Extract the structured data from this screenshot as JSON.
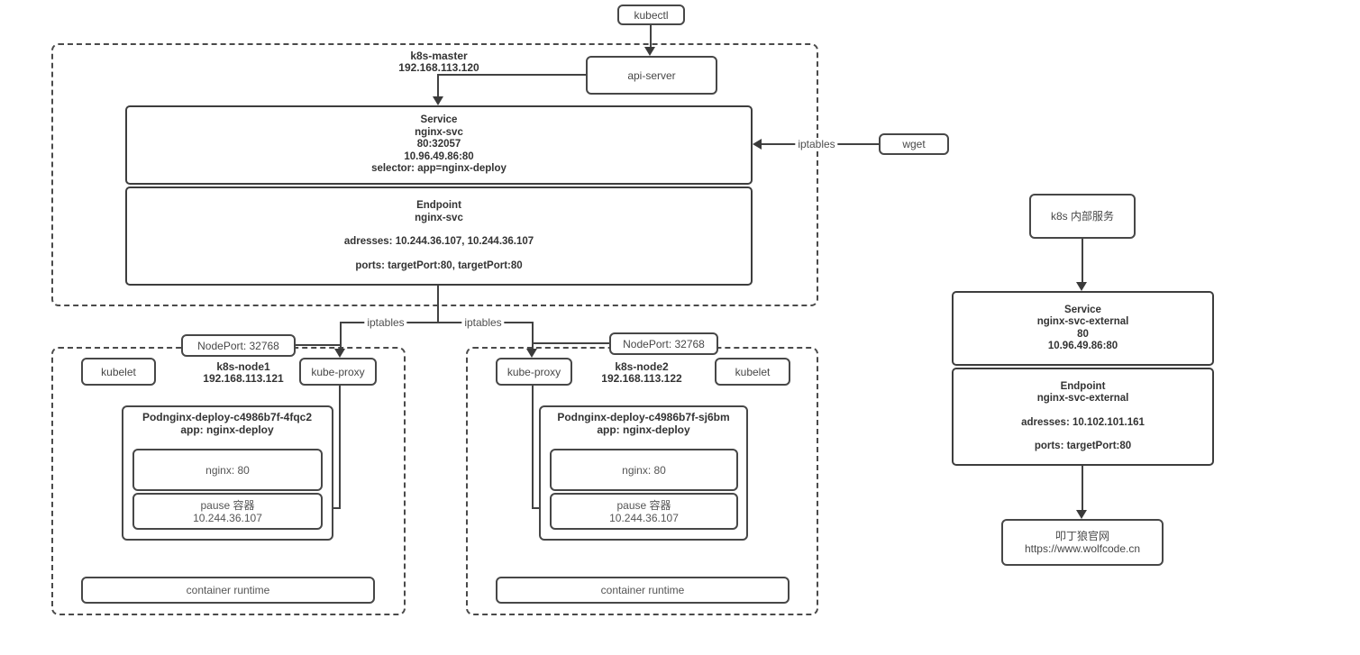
{
  "colors": {
    "border": "#474747",
    "line": "#424242",
    "text": "#3a3a3a",
    "background": "#ffffff"
  },
  "top": {
    "kubectl": "kubectl",
    "api_server": "api-server",
    "wget": "wget"
  },
  "labels": {
    "iptables_wget": "iptables",
    "iptables_node1": "iptables",
    "iptables_node2": "iptables"
  },
  "master": {
    "name": "k8s-master",
    "ip": "192.168.113.120",
    "service": {
      "title": "Service",
      "name": "nginx-svc",
      "ports": "80:32057",
      "cluster_ip": "10.96.49.86:80",
      "selector": "selector: app=nginx-deploy"
    },
    "endpoint": {
      "title": "Endpoint",
      "name": "nginx-svc",
      "addresses": "adresses: 10.244.36.107, 10.244.36.107",
      "ports": "ports: targetPort:80, targetPort:80"
    }
  },
  "node1": {
    "nodeport": "NodePort: 32768",
    "kubelet": "kubelet",
    "kube_proxy": "kube-proxy",
    "name": "k8s-node1",
    "ip": "192.168.113.121",
    "pod": {
      "title": "Podnginx-deploy-c4986b7f-4fqc2",
      "app": "app: nginx-deploy",
      "nginx": "nginx: 80",
      "pause_name": "pause 容器",
      "pause_ip": "10.244.36.107"
    },
    "runtime": "container runtime"
  },
  "node2": {
    "nodeport": "NodePort: 32768",
    "kubelet": "kubelet",
    "kube_proxy": "kube-proxy",
    "name": "k8s-node2",
    "ip": "192.168.113.122",
    "pod": {
      "title": "Podnginx-deploy-c4986b7f-sj6bm",
      "app": "app: nginx-deploy",
      "nginx": "nginx: 80",
      "pause_name": "pause 容器",
      "pause_ip": "10.244.36.107"
    },
    "runtime": "container runtime"
  },
  "external": {
    "entry": "k8s 内部服务",
    "service": {
      "title": "Service",
      "name": "nginx-svc-external",
      "ports": "80",
      "cluster_ip": "10.96.49.86:80"
    },
    "endpoint": {
      "title": "Endpoint",
      "name": "nginx-svc-external",
      "addresses": "adresses: 10.102.101.161",
      "ports": "ports: targetPort:80"
    },
    "site": {
      "name": "叩丁狼官网",
      "url": "https://www.wolfcode.cn"
    }
  }
}
